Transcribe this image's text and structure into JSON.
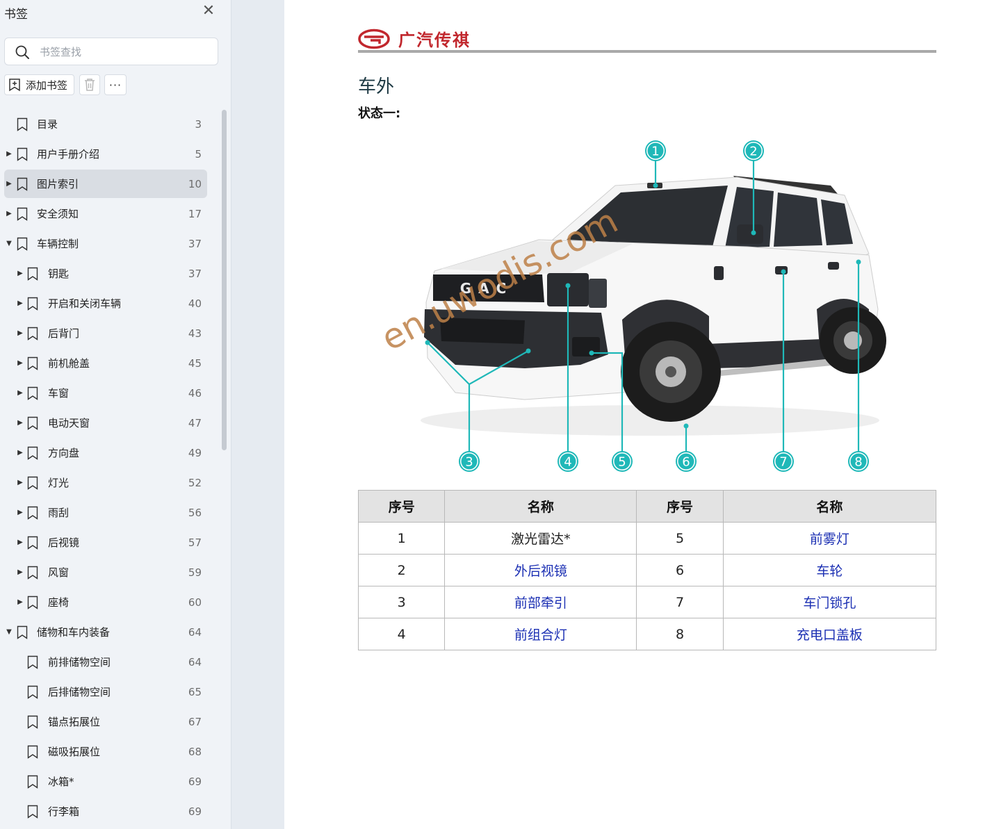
{
  "sidebar": {
    "title": "书签",
    "close_icon": "close-icon",
    "search": {
      "placeholder": "书签查找",
      "value": ""
    },
    "toolbar": {
      "add_label": "添加书签",
      "delete_icon": "trash-icon",
      "more_label": "···"
    },
    "bookmarks": [
      {
        "label": "目录",
        "page": "3",
        "level": 0,
        "expander": "none",
        "selected": false
      },
      {
        "label": "用户手册介绍",
        "page": "5",
        "level": 0,
        "expander": "collapsed",
        "selected": false
      },
      {
        "label": "图片索引",
        "page": "10",
        "level": 0,
        "expander": "collapsed",
        "selected": true
      },
      {
        "label": "安全须知",
        "page": "17",
        "level": 0,
        "expander": "collapsed",
        "selected": false
      },
      {
        "label": "车辆控制",
        "page": "37",
        "level": 0,
        "expander": "expanded",
        "selected": false
      },
      {
        "label": "钥匙",
        "page": "37",
        "level": 1,
        "expander": "collapsed",
        "selected": false
      },
      {
        "label": "开启和关闭车辆",
        "page": "40",
        "level": 1,
        "expander": "collapsed",
        "selected": false
      },
      {
        "label": "后背门",
        "page": "43",
        "level": 1,
        "expander": "collapsed",
        "selected": false
      },
      {
        "label": "前机舱盖",
        "page": "45",
        "level": 1,
        "expander": "collapsed",
        "selected": false
      },
      {
        "label": "车窗",
        "page": "46",
        "level": 1,
        "expander": "collapsed",
        "selected": false
      },
      {
        "label": "电动天窗",
        "page": "47",
        "level": 1,
        "expander": "collapsed",
        "selected": false
      },
      {
        "label": "方向盘",
        "page": "49",
        "level": 1,
        "expander": "collapsed",
        "selected": false
      },
      {
        "label": "灯光",
        "page": "52",
        "level": 1,
        "expander": "collapsed",
        "selected": false
      },
      {
        "label": "雨刮",
        "page": "56",
        "level": 1,
        "expander": "collapsed",
        "selected": false
      },
      {
        "label": "后视镜",
        "page": "57",
        "level": 1,
        "expander": "collapsed",
        "selected": false
      },
      {
        "label": "风窗",
        "page": "59",
        "level": 1,
        "expander": "collapsed",
        "selected": false
      },
      {
        "label": "座椅",
        "page": "60",
        "level": 1,
        "expander": "collapsed",
        "selected": false
      },
      {
        "label": "储物和车内装备",
        "page": "64",
        "level": 0,
        "expander": "expanded",
        "selected": false
      },
      {
        "label": "前排储物空间",
        "page": "64",
        "level": 1,
        "expander": "none",
        "selected": false
      },
      {
        "label": "后排储物空间",
        "page": "65",
        "level": 1,
        "expander": "none",
        "selected": false
      },
      {
        "label": "锚点拓展位",
        "page": "67",
        "level": 1,
        "expander": "none",
        "selected": false
      },
      {
        "label": "磁吸拓展位",
        "page": "68",
        "level": 1,
        "expander": "none",
        "selected": false
      },
      {
        "label": "冰箱*",
        "page": "69",
        "level": 1,
        "expander": "none",
        "selected": false
      },
      {
        "label": "行李箱",
        "page": "69",
        "level": 1,
        "expander": "none",
        "selected": false
      }
    ]
  },
  "document": {
    "logo_text": "广汽传祺",
    "logo_letters": "GAC",
    "section_title": "车外",
    "state_title": "状态一:",
    "watermark": "en.uwodis.com",
    "callouts": [
      "1",
      "2",
      "3",
      "4",
      "5",
      "6",
      "7",
      "8"
    ],
    "table": {
      "headers": [
        "序号",
        "名称",
        "序号",
        "名称"
      ],
      "rows": [
        {
          "no1": "1",
          "name1": "激光雷达*",
          "name1_link": false,
          "no2": "5",
          "name2": "前雾灯",
          "name2_link": true
        },
        {
          "no1": "2",
          "name1": "外后视镜",
          "name1_link": true,
          "no2": "6",
          "name2": "车轮",
          "name2_link": true
        },
        {
          "no1": "3",
          "name1": "前部牵引",
          "name1_link": true,
          "no2": "7",
          "name2": "车门锁孔",
          "name2_link": true
        },
        {
          "no1": "4",
          "name1": "前组合灯",
          "name1_link": true,
          "no2": "8",
          "name2": "充电口盖板",
          "name2_link": true
        }
      ]
    }
  },
  "colors": {
    "brand_red": "#c1272d",
    "callout_teal": "#1fb8b8",
    "link_blue": "#1b2fb3",
    "selected_row": "#d9dde3"
  }
}
